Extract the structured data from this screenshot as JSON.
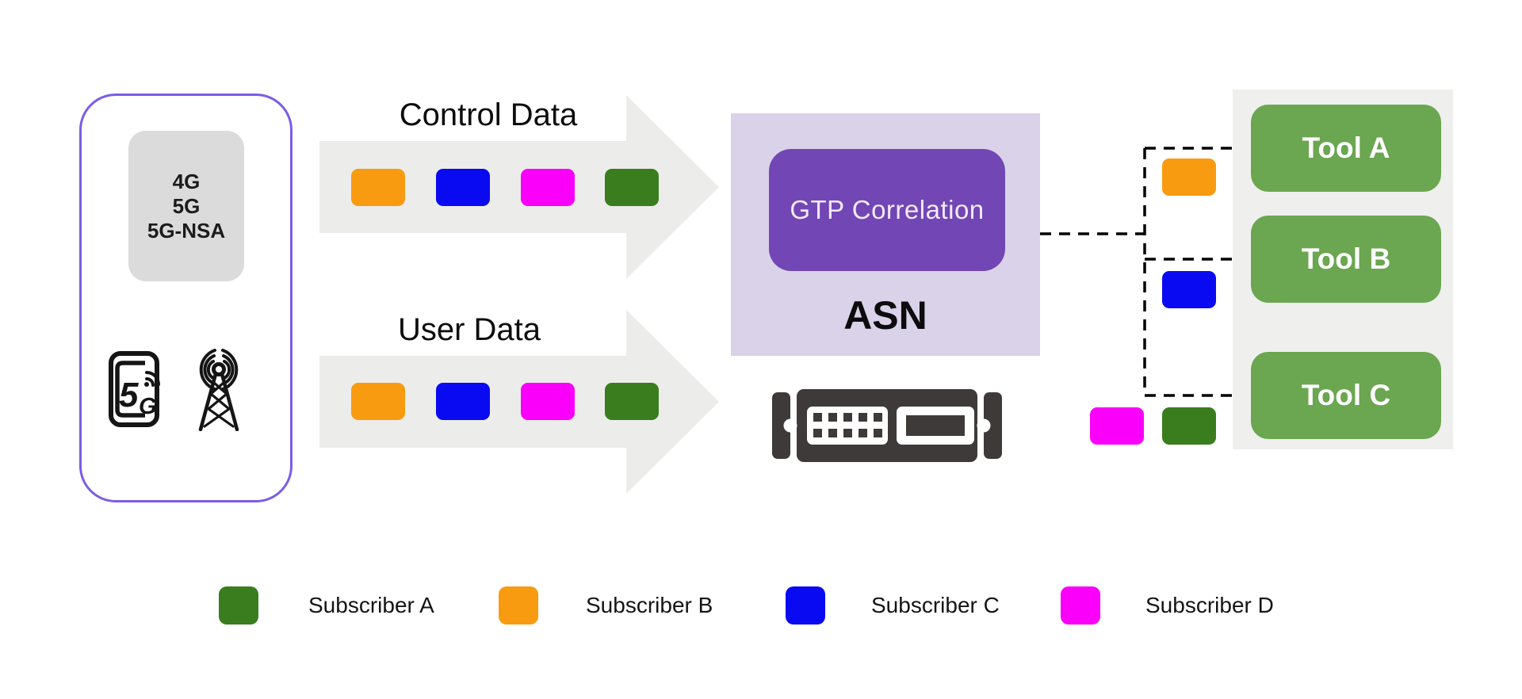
{
  "source": {
    "techs": [
      "4G",
      "5G",
      "5G-NSA"
    ],
    "icons": [
      "5g-phone-icon",
      "radio-tower-icon"
    ]
  },
  "flows": [
    {
      "label": "Control Data",
      "packets": [
        "Subscriber B",
        "Subscriber C",
        "Subscriber D",
        "Subscriber A"
      ]
    },
    {
      "label": "User Data",
      "packets": [
        "Subscriber B",
        "Subscriber C",
        "Subscriber D",
        "Subscriber A"
      ]
    }
  ],
  "asn": {
    "label": "ASN",
    "module_label": "GTP Correlation",
    "icon": "server-module-icon"
  },
  "tools": [
    {
      "label": "Tool A",
      "packets": [
        "Subscriber B"
      ]
    },
    {
      "label": "Tool B",
      "packets": [
        "Subscriber C"
      ]
    },
    {
      "label": "Tool C",
      "packets": [
        "Subscriber D",
        "Subscriber A"
      ]
    }
  ],
  "subscribers": {
    "A": {
      "label": "Subscriber A",
      "color": "#3a7d1e"
    },
    "B": {
      "label": "Subscriber B",
      "color": "#f99b10"
    },
    "C": {
      "label": "Subscriber C",
      "color": "#0a0af2"
    },
    "D": {
      "label": "Subscriber D",
      "color": "#fa00fa"
    }
  },
  "legend": [
    {
      "label": "Subscriber A",
      "color": "#3a7d1e"
    },
    {
      "label": "Subscriber B",
      "color": "#f99b10"
    },
    {
      "label": "Subscriber C",
      "color": "#0a0af2"
    },
    {
      "label": "Subscriber D",
      "color": "#fa00fa"
    }
  ],
  "colors": {
    "flow_arrow_gray": "#ececeb",
    "tools_panel_gray": "#efefee",
    "asn_lavender": "#d9d2e9",
    "gtp_purple": "#7246b4",
    "tool_green": "#6ba650",
    "tech_box_gray": "#dbdbdb",
    "source_border_purple": "#7c5ce6",
    "server_icon_dark": "#3e3a3a",
    "connector_black": "#000000"
  }
}
